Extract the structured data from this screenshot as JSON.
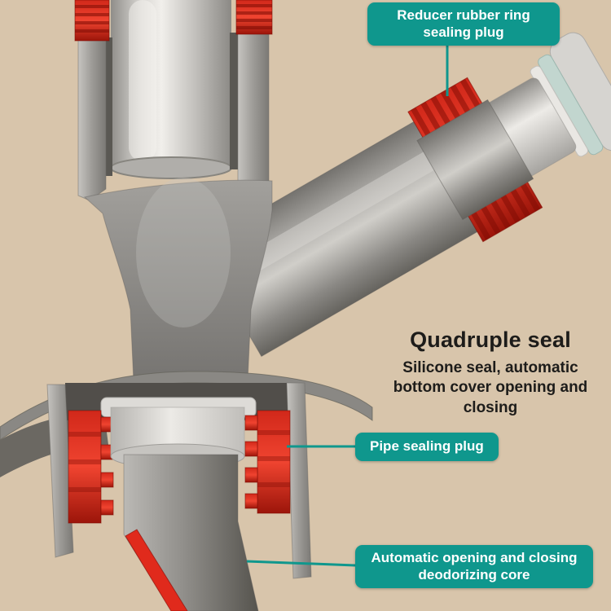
{
  "scene": {
    "background_color": "#d8c5ab",
    "description": "Cutaway diagram of a floor-drain pipe fitting with sealing plugs"
  },
  "callouts": {
    "reducer_seal": {
      "label": "Reducer rubber ring sealing plug"
    },
    "pipe_seal": {
      "label": "Pipe sealing plug"
    },
    "deodorizing_core": {
      "label": "Automatic opening and closing deodorizing core"
    }
  },
  "heading": {
    "title": "Quadruple seal",
    "subtitle": "Silicone seal, automatic bottom cover opening and closing"
  },
  "colors": {
    "badge_bg": "#0f978d",
    "badge_text": "#ffffff",
    "connector": "#0f978d",
    "seal_red": "#e02a1c",
    "pipe_gray": "#9b9a97",
    "heading_text": "#1d1c1a",
    "background": "#d8c5ab"
  }
}
